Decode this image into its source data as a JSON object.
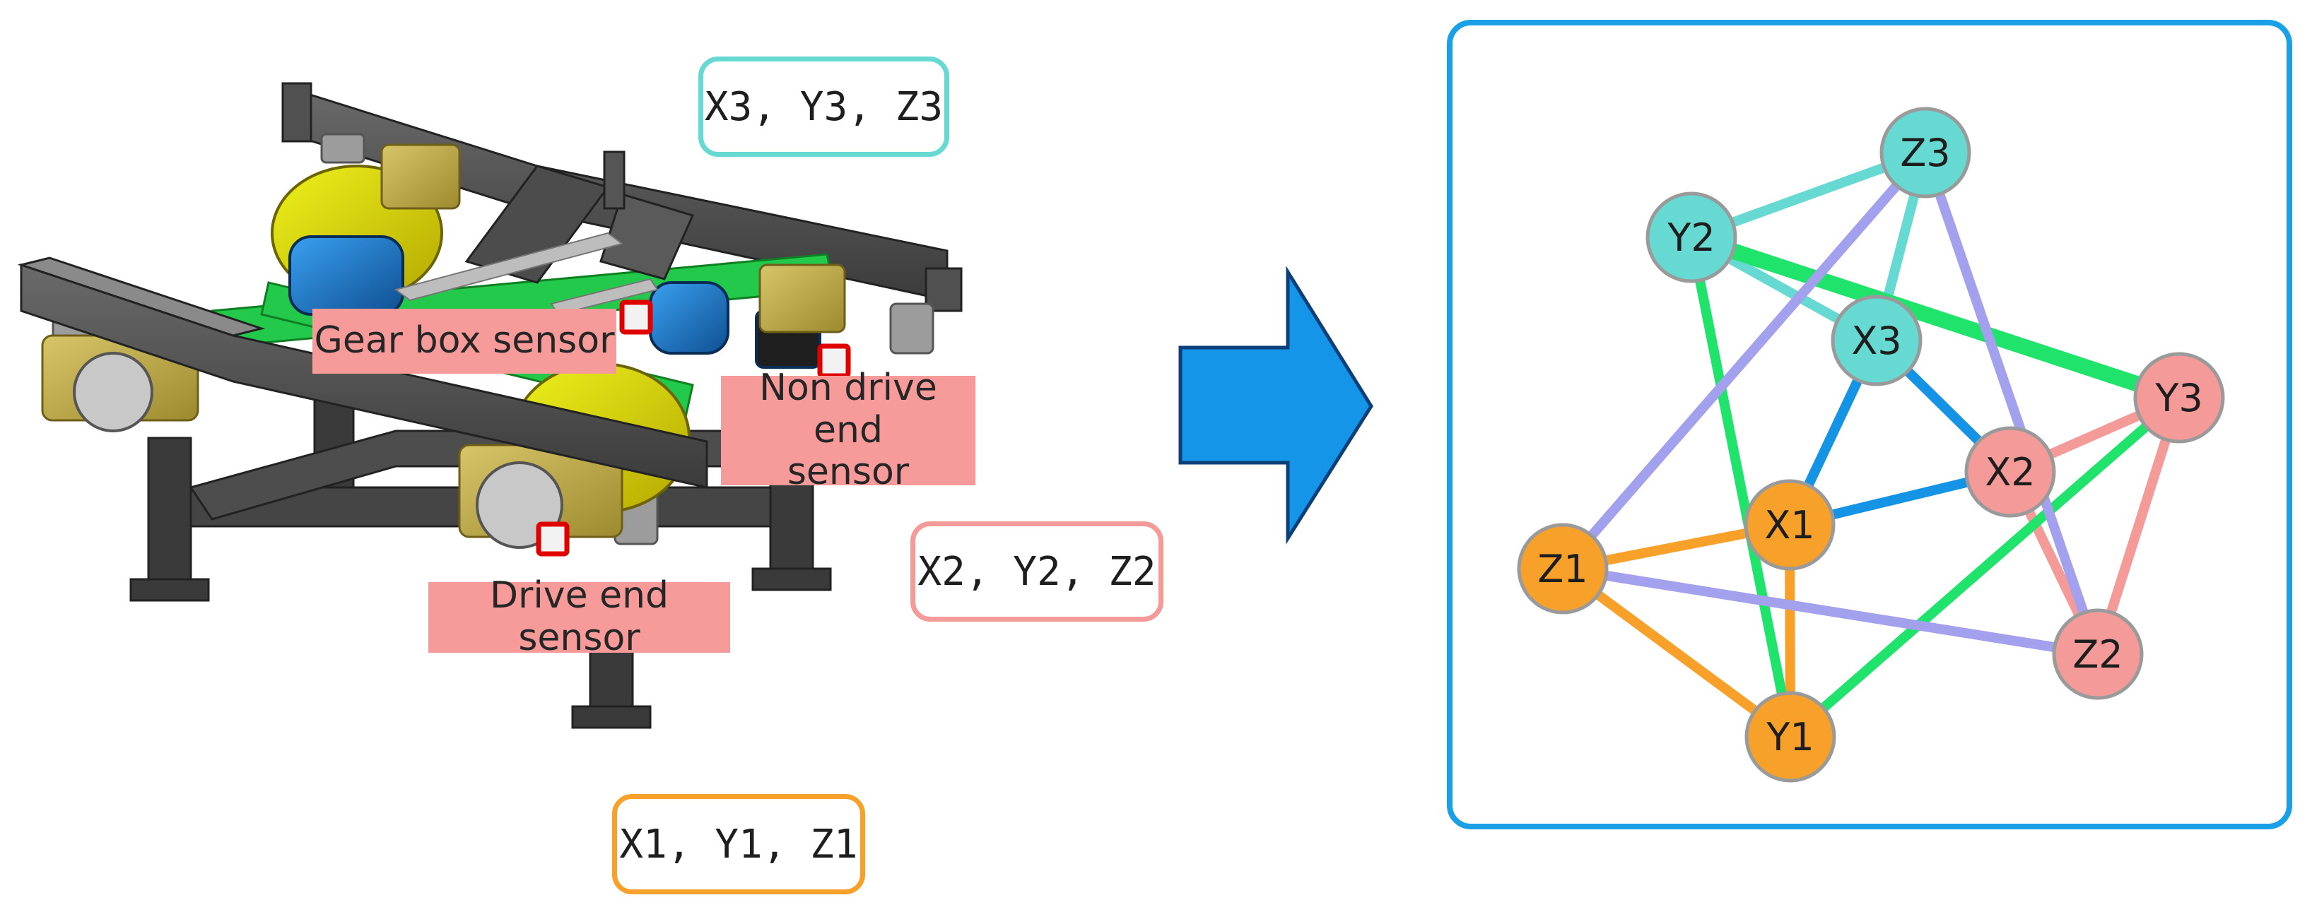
{
  "colors": {
    "group1": "#f7a12a",
    "group2": "#f49a99",
    "group3": "#66d9d3",
    "edge_green": "#1fe36a",
    "edge_purple": "#a3a0ee",
    "edge_blue": "#1593e4",
    "panel_border": "#1aa0e6",
    "arrow": "#1595e8",
    "sensor_label_bg": "#f79a9a"
  },
  "machine": {
    "sensor_labels": {
      "gearbox": "Gear box sensor",
      "non_drive_end": "Non drive end\nsensor",
      "drive_end": "Drive end sensor"
    },
    "axis_groups": {
      "group3": "X3, Y3, Z3",
      "group2": "X2, Y2, Z2",
      "group1": "X1, Y1, Z1"
    }
  },
  "graph": {
    "nodes": [
      {
        "id": "Z3",
        "label": "Z3",
        "group": "group3"
      },
      {
        "id": "Y2",
        "label": "Y2",
        "group": "group3"
      },
      {
        "id": "X3",
        "label": "X3",
        "group": "group3"
      },
      {
        "id": "Y3",
        "label": "Y3",
        "group": "group2"
      },
      {
        "id": "X2",
        "label": "X2",
        "group": "group2"
      },
      {
        "id": "Z2",
        "label": "Z2",
        "group": "group2"
      },
      {
        "id": "X1",
        "label": "X1",
        "group": "group1"
      },
      {
        "id": "Z1",
        "label": "Z1",
        "group": "group1"
      },
      {
        "id": "Y1",
        "label": "Y1",
        "group": "group1"
      }
    ],
    "edges": [
      {
        "from": "Y2",
        "to": "Z3",
        "color": "group3",
        "weight": 1
      },
      {
        "from": "Y2",
        "to": "X3",
        "color": "group3",
        "weight": 1
      },
      {
        "from": "Z3",
        "to": "X3",
        "color": "group3",
        "weight": 1
      },
      {
        "from": "Y3",
        "to": "X2",
        "color": "group2",
        "weight": 1
      },
      {
        "from": "Y3",
        "to": "Z2",
        "color": "group2",
        "weight": 1
      },
      {
        "from": "X2",
        "to": "Z2",
        "color": "group2",
        "weight": 1
      },
      {
        "from": "Z1",
        "to": "X1",
        "color": "group1",
        "weight": 1
      },
      {
        "from": "Z1",
        "to": "Y1",
        "color": "group1",
        "weight": 1
      },
      {
        "from": "X1",
        "to": "Y1",
        "color": "group1",
        "weight": 1
      },
      {
        "from": "Y2",
        "to": "Y3",
        "color": "edge_green",
        "weight": 1.6
      },
      {
        "from": "Y2",
        "to": "Y1",
        "color": "edge_green",
        "weight": 1
      },
      {
        "from": "Y3",
        "to": "Y1",
        "color": "edge_green",
        "weight": 1
      },
      {
        "from": "Z3",
        "to": "Z1",
        "color": "edge_purple",
        "weight": 1
      },
      {
        "from": "Z3",
        "to": "Z2",
        "color": "edge_purple",
        "weight": 1
      },
      {
        "from": "Z1",
        "to": "Z2",
        "color": "edge_purple",
        "weight": 1
      },
      {
        "from": "X3",
        "to": "X1",
        "color": "edge_blue",
        "weight": 1
      },
      {
        "from": "X3",
        "to": "X2",
        "color": "edge_blue",
        "weight": 1
      },
      {
        "from": "X1",
        "to": "X2",
        "color": "edge_blue",
        "weight": 1
      }
    ]
  }
}
